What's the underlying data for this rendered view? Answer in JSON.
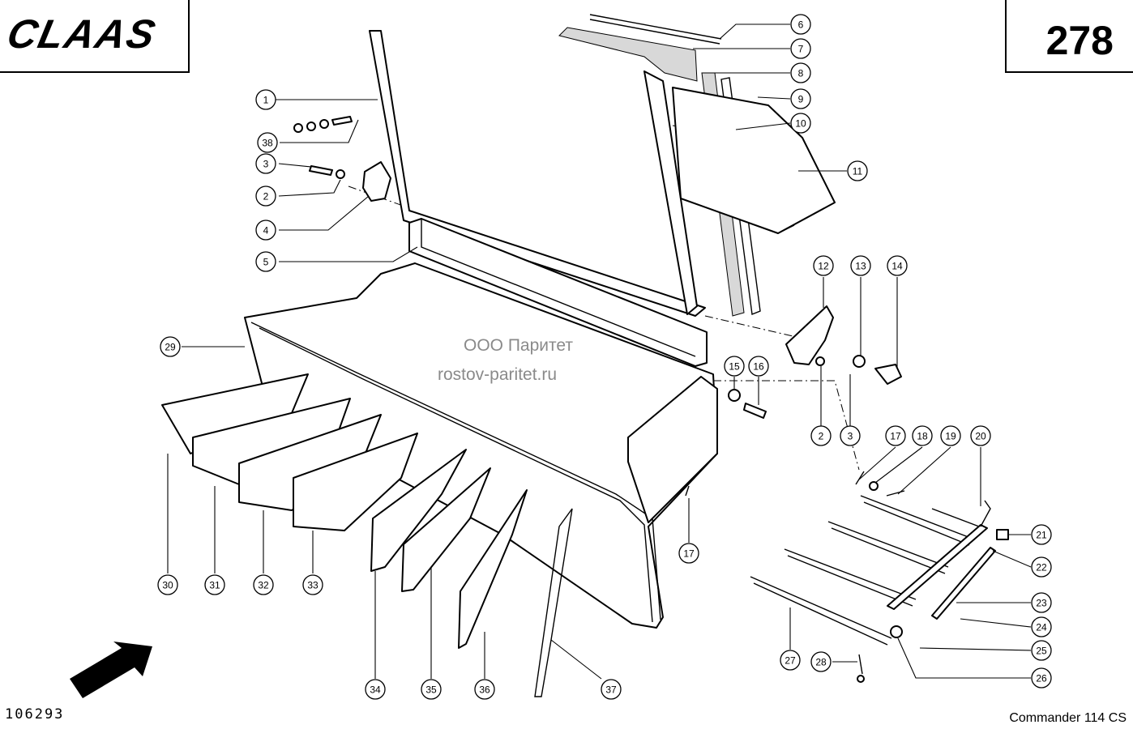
{
  "header": {
    "brand": "CLAAS",
    "page_number": "278"
  },
  "footer": {
    "drawing_number": "106293",
    "model": "Commander 114 CS"
  },
  "watermark": {
    "line1": "ООО Паритет",
    "line2": "rostov-paritet.ru"
  },
  "diagram": {
    "callouts": [
      "1",
      "38",
      "3",
      "2",
      "4",
      "5",
      "6",
      "7",
      "8",
      "9",
      "10",
      "11",
      "12",
      "13",
      "14",
      "15",
      "16",
      "2",
      "3",
      "17",
      "18",
      "19",
      "20",
      "21",
      "22",
      "23",
      "24",
      "25",
      "26",
      "27",
      "28",
      "17",
      "29",
      "30",
      "31",
      "32",
      "33",
      "34",
      "35",
      "36",
      "37"
    ]
  }
}
